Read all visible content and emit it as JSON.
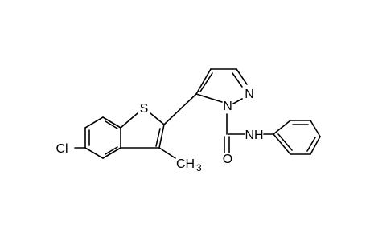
{
  "structure": {
    "atoms": {
      "sulfur": "S",
      "chlorine": "Cl",
      "methyl_c": "CH",
      "methyl_sub": "3",
      "pyrazole_n1": "N",
      "pyrazole_n2": "N",
      "carbonyl_o": "O",
      "amide_nh": "NH"
    },
    "colors": {
      "bond": "#000000",
      "label": "#000000",
      "background": "#ffffff"
    }
  }
}
